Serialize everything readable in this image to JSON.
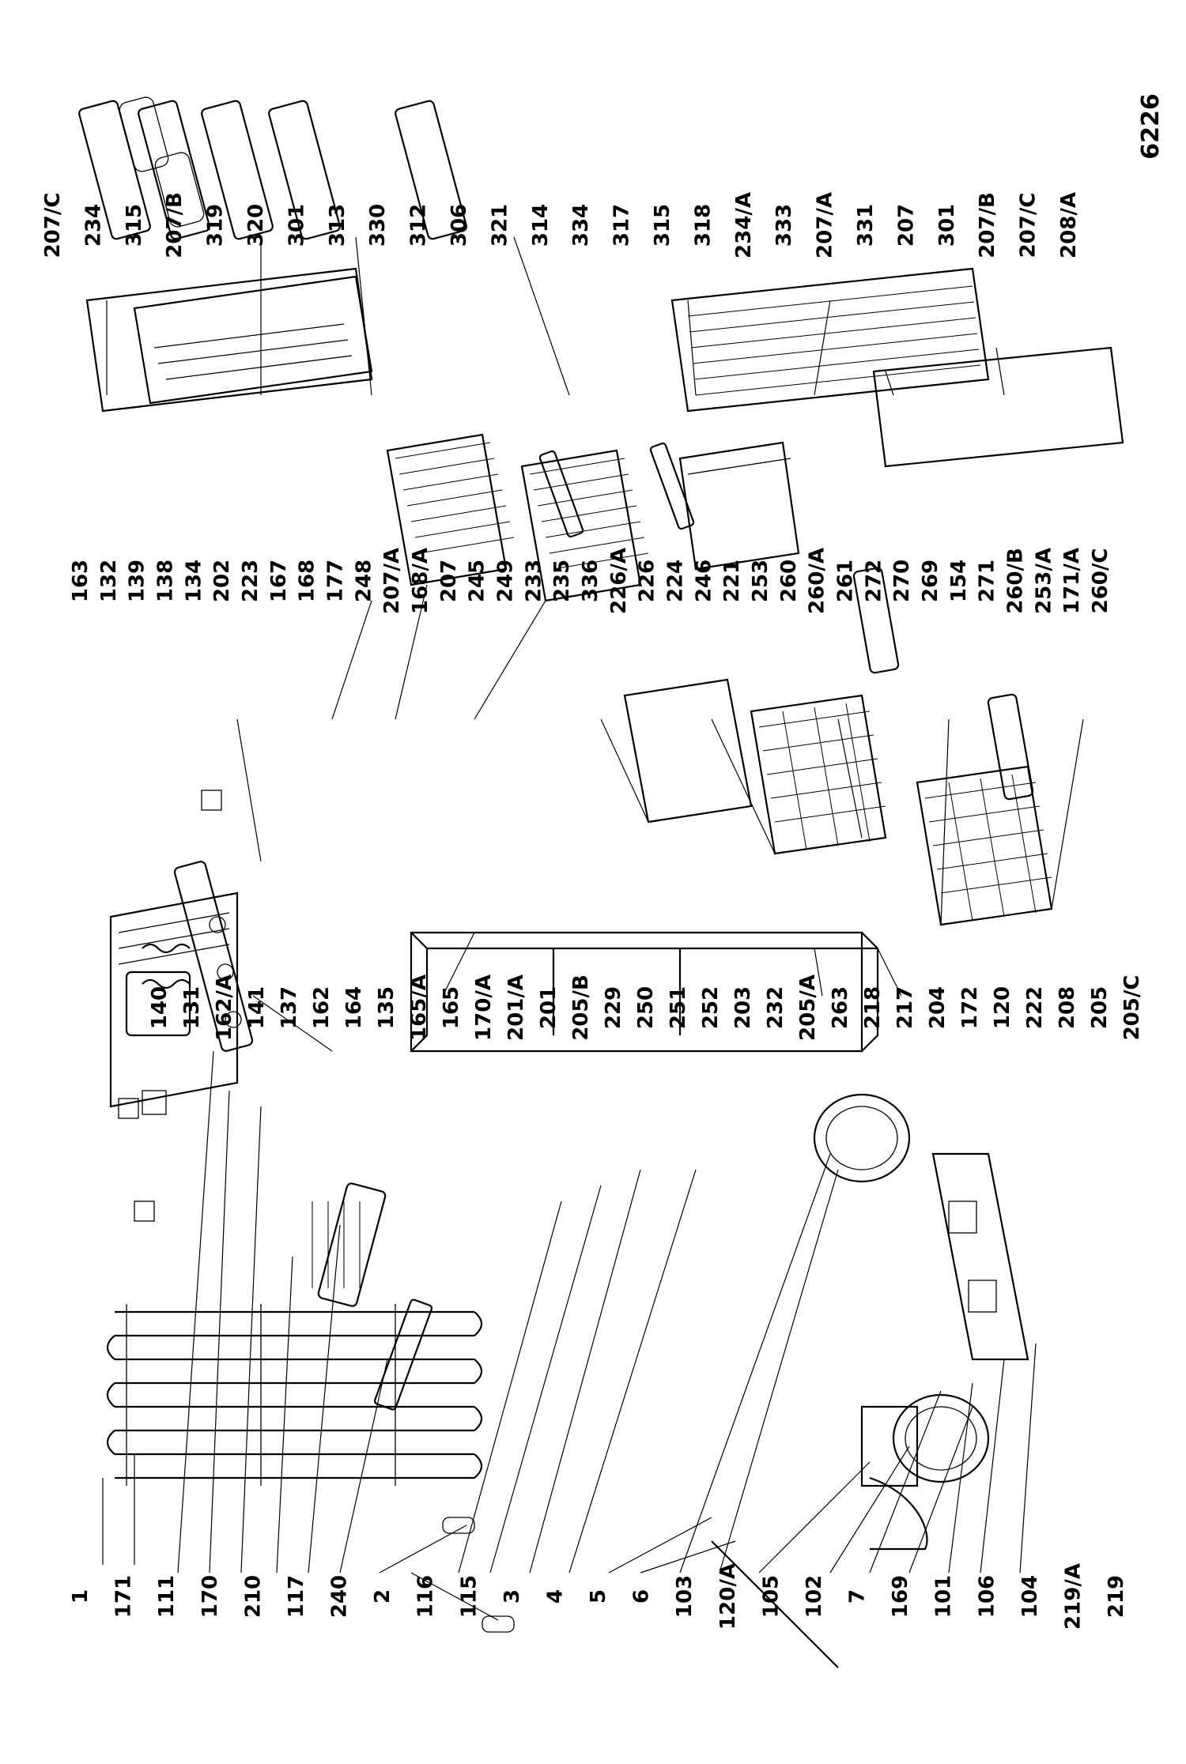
{
  "drawing_number": "6226",
  "labels": {
    "bottom_row": [
      "1",
      "171",
      "111",
      "170",
      "210",
      "117",
      "240",
      "2",
      "116",
      "115",
      "3",
      "4",
      "5",
      "6",
      "103",
      "120/A",
      "105",
      "102",
      "7",
      "169",
      "101",
      "106",
      "104",
      "219/A",
      "219"
    ],
    "middle_row": [
      "140",
      "131",
      "162/A",
      "141",
      "137",
      "162",
      "164",
      "135",
      "165/A",
      "165",
      "170/A",
      "201/A",
      "201",
      "205/B",
      "229",
      "250",
      "251",
      "252",
      "203",
      "232",
      "205/A",
      "263",
      "218",
      "217",
      "204",
      "172",
      "120",
      "222",
      "208",
      "205",
      "205/C"
    ],
    "upper_row": [
      "163",
      "132",
      "139",
      "138",
      "134",
      "202",
      "223",
      "167",
      "168",
      "177",
      "248",
      "207/A",
      "168/A",
      "207",
      "245",
      "249",
      "233",
      "235",
      "336",
      "226/A",
      "226",
      "224",
      "246",
      "221",
      "253",
      "260",
      "260/A",
      "261",
      "272",
      "270",
      "269",
      "154",
      "271",
      "260/B",
      "253/A",
      "171/A",
      "260/C"
    ],
    "top_row": [
      "207/C",
      "234",
      "315",
      "207/B",
      "319",
      "320",
      "301",
      "313",
      "330",
      "312",
      "306",
      "321",
      "314",
      "334",
      "317",
      "315",
      "318",
      "234/A",
      "333",
      "207/A",
      "331",
      "207",
      "301",
      "207/B",
      "207/C",
      "208/A"
    ]
  }
}
